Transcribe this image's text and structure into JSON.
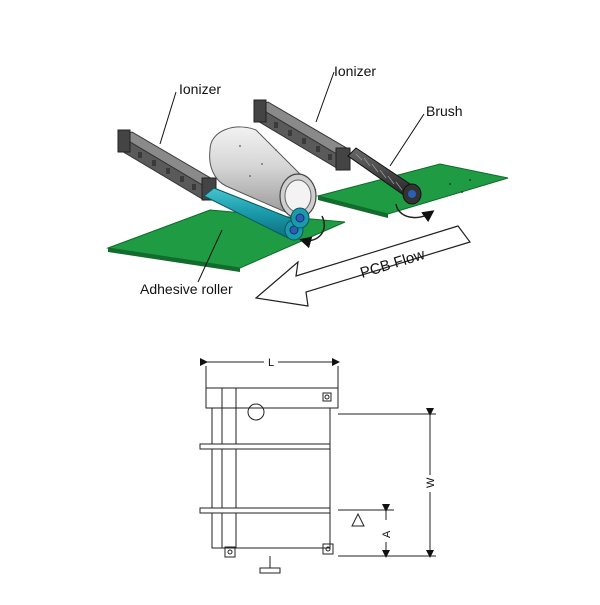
{
  "labels": {
    "ionizer_left": "Ionizer",
    "ionizer_right": "Ionizer",
    "brush": "Brush",
    "adhesive_roller": "Adhesive roller",
    "pcb_flow": "PCB Flow"
  },
  "dimensions": {
    "length": "L",
    "width": "W",
    "offset": "A"
  },
  "colors": {
    "pcb_green": "#1e9b43",
    "adhesive_teal": "#1a9aaa",
    "roller_grey": "#d9d9d9",
    "ionizer_dark": "#6b6b6b"
  }
}
